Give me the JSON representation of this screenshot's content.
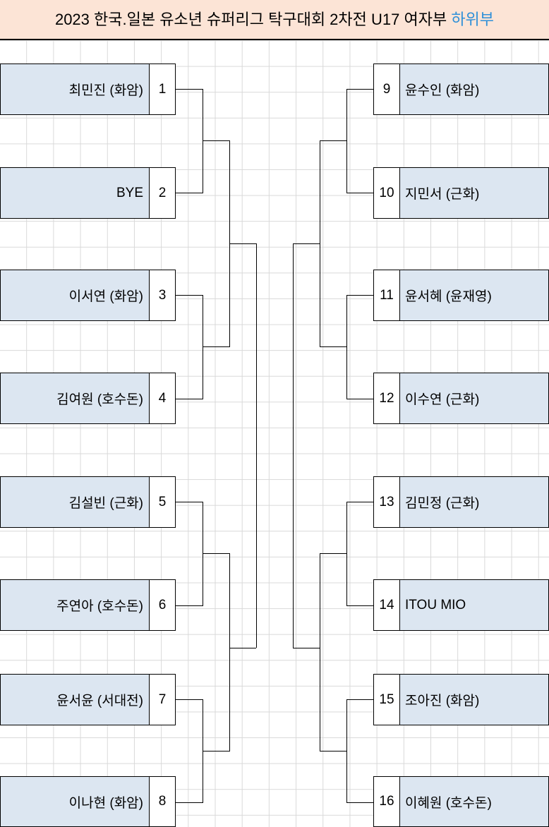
{
  "title": {
    "main": "2023 한국.일본 유소년 슈퍼리그 탁구대회 2차전 U17 여자부 ",
    "highlight": "하위부",
    "highlight_color": "#2e8fd8",
    "background_color": "#fce4d6"
  },
  "colors": {
    "name_cell": "#dce6f1",
    "seed_cell": "#ffffff",
    "grid_line": "#d9d9d9",
    "bracket_line": "#000000"
  },
  "bracket": {
    "type": "single-elimination",
    "side_left_label": "left",
    "side_right_label": "right",
    "entries_left": [
      {
        "seed": "1",
        "name": "최민진 (화암)"
      },
      {
        "seed": "2",
        "name": "BYE"
      },
      {
        "seed": "3",
        "name": "이서연 (화암)"
      },
      {
        "seed": "4",
        "name": "김여원 (호수돈)"
      },
      {
        "seed": "5",
        "name": "김설빈 (근화)"
      },
      {
        "seed": "6",
        "name": "주연아 (호수돈)"
      },
      {
        "seed": "7",
        "name": "윤서윤 (서대전)"
      },
      {
        "seed": "8",
        "name": "이나현 (화암)"
      }
    ],
    "entries_right": [
      {
        "seed": "9",
        "name": "윤수인 (화암)"
      },
      {
        "seed": "10",
        "name": "지민서 (근화)"
      },
      {
        "seed": "11",
        "name": "윤서혜 (윤재영)"
      },
      {
        "seed": "12",
        "name": "이수연 (근화)"
      },
      {
        "seed": "13",
        "name": "김민정 (근화)"
      },
      {
        "seed": "14",
        "name": "ITOU MIO"
      },
      {
        "seed": "15",
        "name": "조아진 (화암)"
      },
      {
        "seed": "16",
        "name": "이혜원 (호수돈)"
      }
    ]
  }
}
